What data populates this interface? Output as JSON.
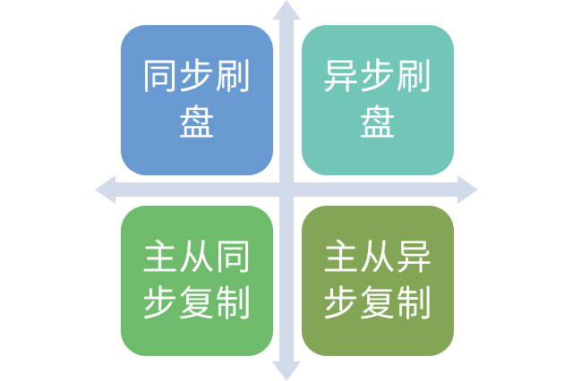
{
  "colors": {
    "axis": "#d2dbe9",
    "top_left": "#6999d1",
    "top_right": "#71c6b8",
    "bottom_left": "#6dbb6b",
    "bottom_right": "#82a656",
    "text": "#ffffff"
  },
  "quadrants": {
    "top_left": {
      "label": "同步刷盘"
    },
    "top_right": {
      "label": "异步刷盘"
    },
    "bottom_left": {
      "label": "主从同步复制"
    },
    "bottom_right": {
      "label": "主从异步复制"
    }
  }
}
